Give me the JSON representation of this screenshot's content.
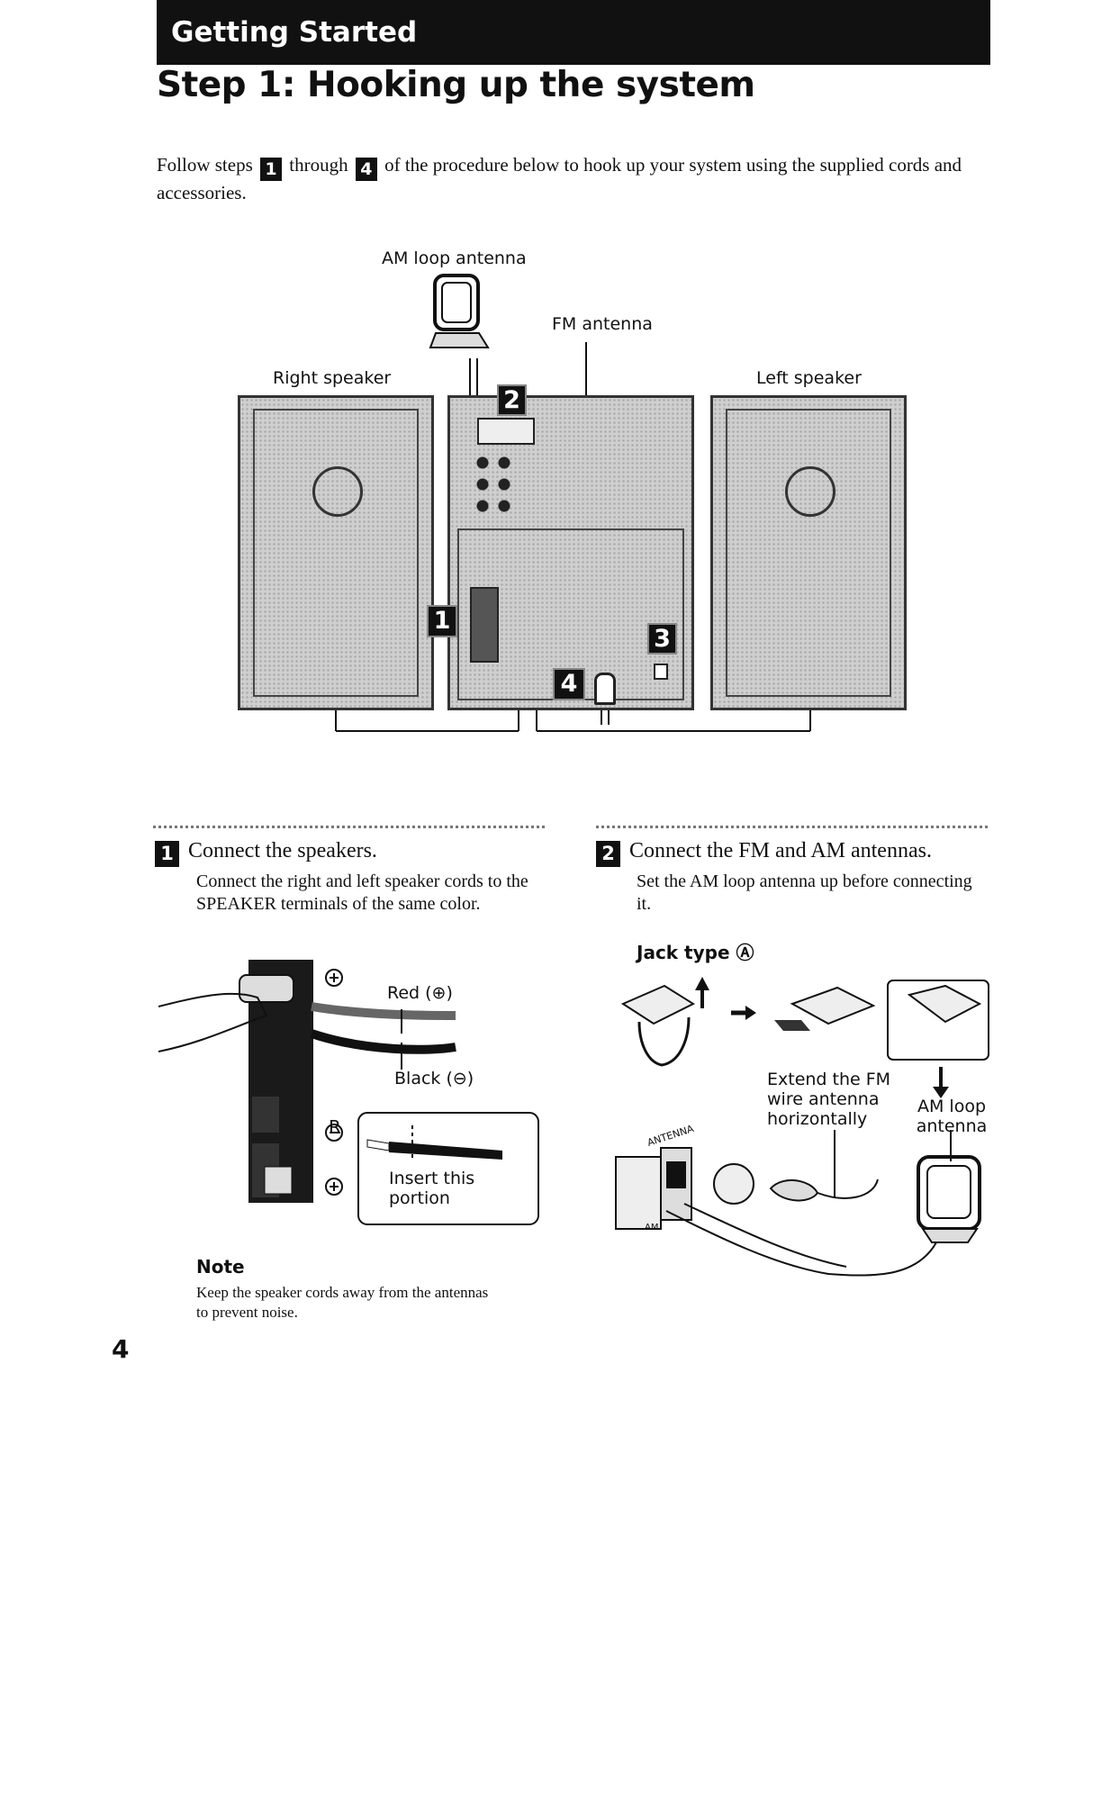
{
  "header": {
    "section": "Getting Started",
    "title": "Step 1: Hooking up the system"
  },
  "intro": {
    "before": "Follow steps",
    "step_from": "1",
    "middle": "through",
    "step_to": "4",
    "after": "of the procedure below to hook up your system using the supplied cords and accessories."
  },
  "diagram": {
    "am_loop_antenna": "AM loop antenna",
    "fm_antenna": "FM antenna",
    "right_speaker": "Right speaker",
    "left_speaker": "Left speaker",
    "badges": [
      "1",
      "2",
      "3",
      "4"
    ]
  },
  "step1": {
    "number": "1",
    "heading": "Connect the speakers.",
    "body": "Connect the right and left speaker cords to the SPEAKER terminals of the same color.",
    "red_label": "Red (⊕)",
    "black_label": "Black (⊖)",
    "insert_label": "Insert this portion",
    "terminal_r": "R"
  },
  "note": {
    "heading": "Note",
    "body": "Keep the speaker cords away from the antennas to prevent noise."
  },
  "step2": {
    "number": "2",
    "heading": "Connect the FM and AM antennas.",
    "body": "Set the AM loop antenna up before connecting it.",
    "jack_type": "Jack type Ⓐ",
    "extend_label": "Extend the FM wire antenna horizontally",
    "am_loop_label": "AM loop antenna",
    "antenna_text": "ANTENNA",
    "am_text": "AM"
  },
  "page_number": "4"
}
